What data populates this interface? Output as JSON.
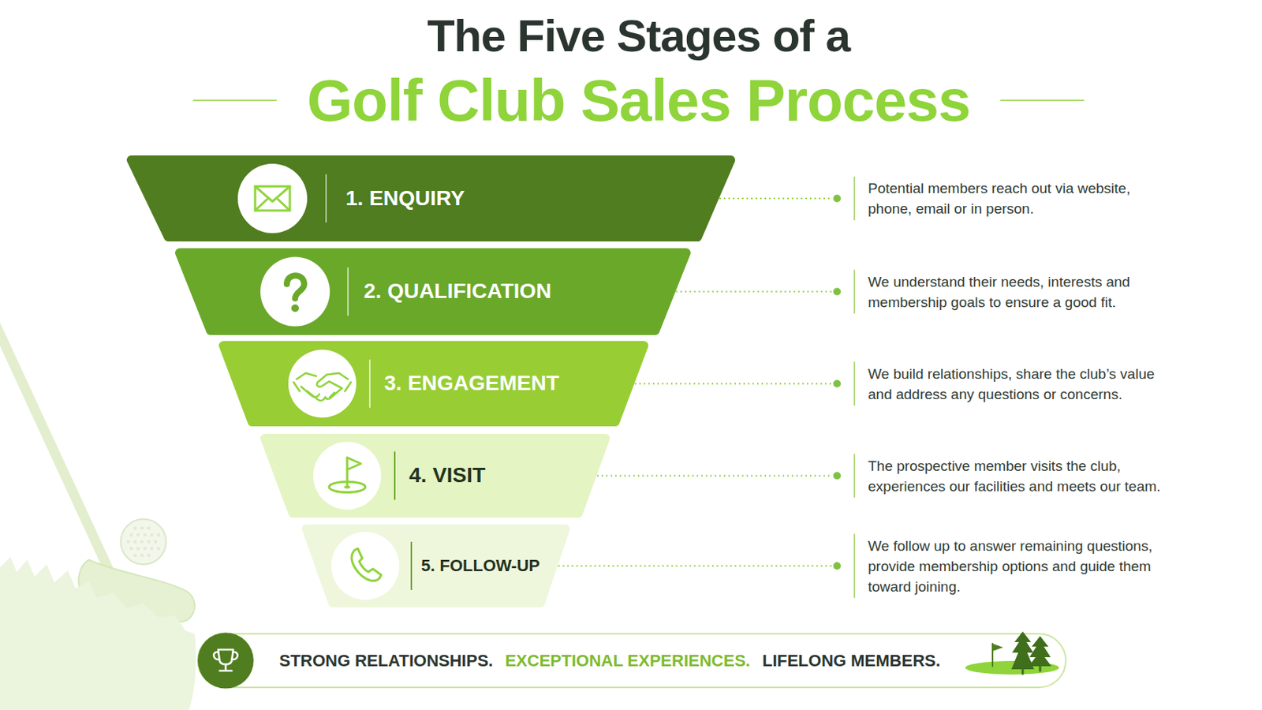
{
  "diagram": {
    "title": "The Five Stages of a",
    "nodes": [
      {
        "text": [
          "1. ENQUIRY",
          "Potential members reach out via website, phone, email or in person."
        ]
      },
      {
        "text": [
          "2. QUALIFICATION",
          "We understand their needs, interests and membership goals to ensure a good fit."
        ]
      },
      {
        "text": [
          "3. ENGAGEMENT",
          "We build relationships, share the club’s value and address any questions or concerns."
        ]
      },
      {
        "text": [
          "4. VISIT",
          "The prospective member visits the club, experiences our facilities and meets our team."
        ]
      },
      {
        "text": [
          "5. FOLLOW-UP",
          "We follow up to answer remaining questions, provide membership options and guide them toward joining."
        ]
      },
      {
        "text": [
          "STRONG RELATIONSHIPS.",
          "EXCEPTIONAL EXPERIENCES.",
          "LIFELONG MEMBERS."
        ]
      }
    ],
    "labels": [
      "Golf Club Sales Process"
    ]
  }
}
